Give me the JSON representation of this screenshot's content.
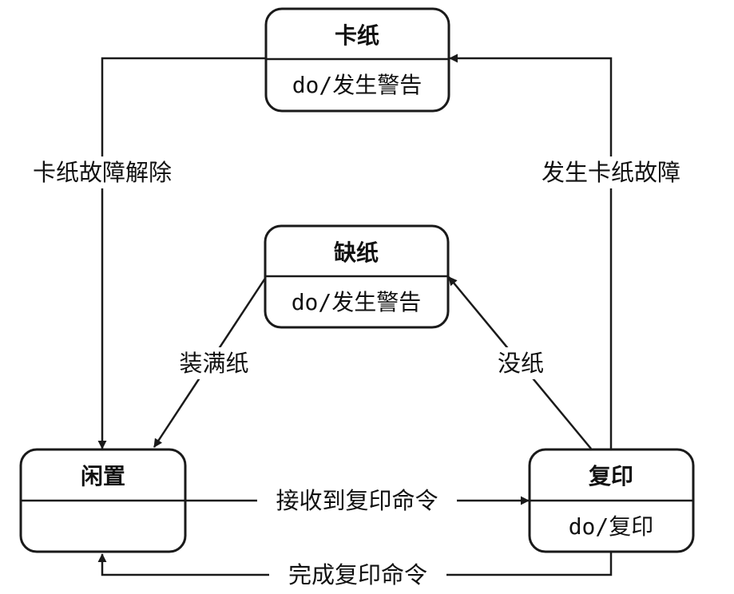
{
  "states": {
    "jam": {
      "name": "卡纸",
      "action": "do/发生警告"
    },
    "out_of_paper": {
      "name": "缺纸",
      "action": "do/发生警告"
    },
    "idle": {
      "name": "闲置",
      "action": ""
    },
    "printing": {
      "name": "复印",
      "action": "do/复印"
    }
  },
  "transitions": {
    "jam_cleared": "卡纸故障解除",
    "jam_occurred": "发生卡纸故障",
    "paper_loaded": "装满纸",
    "no_paper": "没纸",
    "copy_command": "接收到复印命令",
    "copy_done": "完成复印命令"
  },
  "colors": {
    "line": "#1a1a1a",
    "background": "#ffffff"
  }
}
